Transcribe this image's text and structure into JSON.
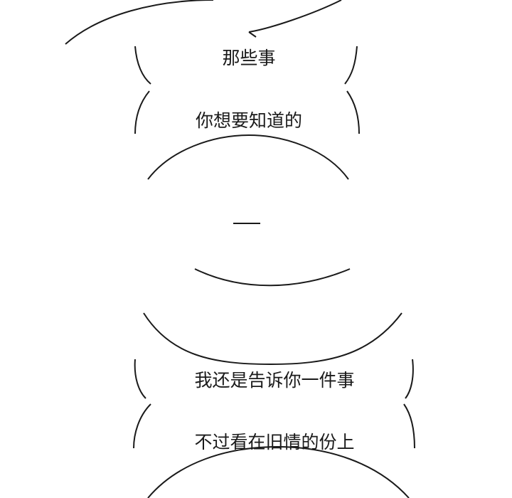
{
  "dialogue": [
    {
      "text": "那些事"
    },
    {
      "text": "你想要知道的"
    },
    {
      "text": "我还是告诉你一件事"
    },
    {
      "text": "不过看在旧情的份上"
    }
  ],
  "colors": {
    "background": "#ffffff",
    "ink": "#1a1a1a"
  }
}
